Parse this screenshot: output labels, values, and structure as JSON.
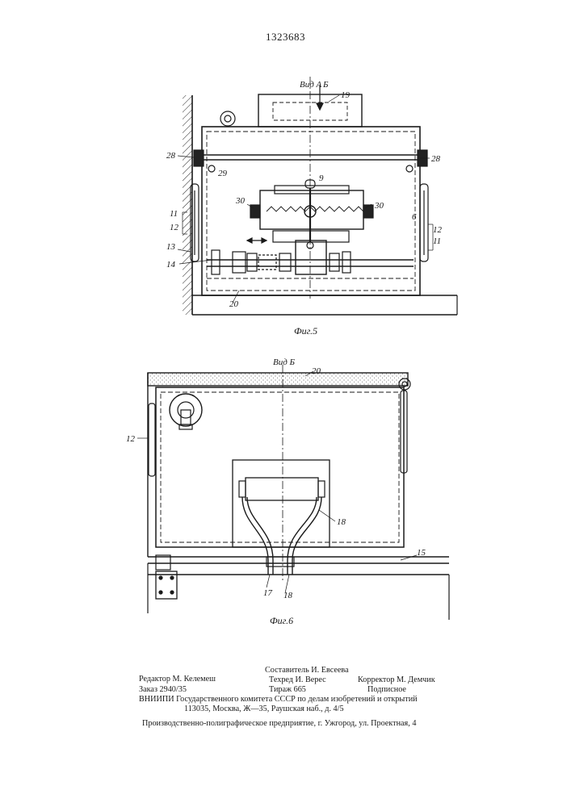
{
  "patent_number": "1323683",
  "figure5": {
    "caption": "Фиг.5",
    "view_label": "Вид А",
    "view_arrow_label": "Б",
    "callouts": {
      "c19": "19",
      "c28_left": "28",
      "c28_right": "28",
      "c29": "29",
      "c9": "9",
      "c30_left": "30",
      "c30_right": "30",
      "c6": "6",
      "c11_left": "11",
      "c12_left": "12",
      "c13": "13",
      "c14": "14",
      "c12_right": "12",
      "c11_right": "11",
      "c20": "20"
    }
  },
  "figure6": {
    "caption": "Фиг.6",
    "view_label": "Вид Б",
    "callouts": {
      "c20": "20",
      "c12": "12",
      "c18_upper": "18",
      "c15": "15",
      "c17": "17",
      "c18_lower": "18"
    }
  },
  "imprint": {
    "editor": "Редактор М. Келемеш",
    "order": "Заказ 2940/35",
    "compiler": "Составитель И. Евсеева",
    "techred": "Техред И. Верес",
    "circulation": "Тираж 665",
    "corrector": "Корректор М. Демчик",
    "subscription": "Подписное",
    "org_line": "ВНИИПИ Государственного комитета СССР по делам изобретений и открытий",
    "address_line": "113035, Москва, Ж—35, Раушская наб., д. 4/5",
    "printer_line": "Производственно-полиграфическое предприятие, г. Ужгород, ул. Проектная, 4"
  }
}
